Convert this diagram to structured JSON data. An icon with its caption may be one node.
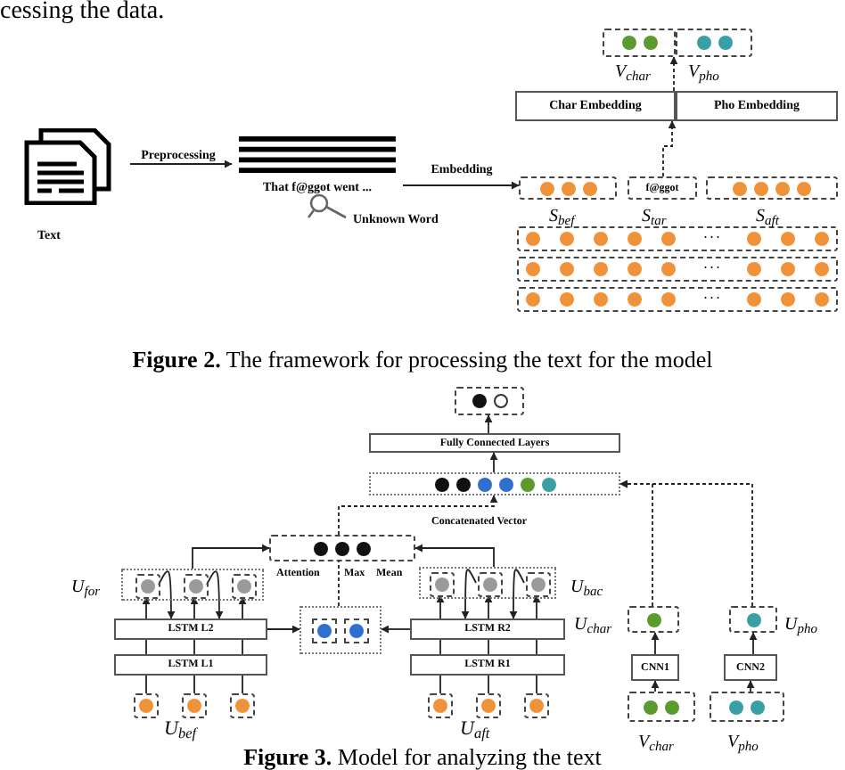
{
  "diagram": {
    "caption": "**Figure 3.** Model for analyzing the text",
    "nodes": [
      {
        "text": [
          "Text"
        ]
      },
      {
        "text": [
          "That f@ggot went ..."
        ]
      },
      {
        "text": [],
        "shape": "box",
        "beside": [
          "S$_{bef}$"
        ]
      },
      {
        "text": [
          "f@ggot"
        ],
        "beside": [
          "S$_{tar}$"
        ]
      },
      {
        "text": [],
        "shape": "box",
        "beside": [
          "S$_{aft}$"
        ]
      },
      {
        "text": [
          "· · ·"
        ]
      },
      {
        "text": [
          "· · ·"
        ]
      },
      {
        "text": [
          "· · ·"
        ]
      },
      {
        "text": [
          "Char Embedding"
        ]
      },
      {
        "text": [
          "Pho Embedding"
        ]
      },
      {
        "text": [],
        "shape": "box",
        "beside": [
          "V$_{char}$"
        ]
      },
      {
        "text": [],
        "shape": "box",
        "beside": [
          "V$_{pho}$"
        ]
      },
      {
        "text": [],
        "shape": "box"
      },
      {
        "text": [
          "Fully Connected Layers"
        ]
      },
      {
        "text": [],
        "shape": "box",
        "beside": [
          "Concatenated Vector"
        ]
      },
      {
        "text": [],
        "shape": "box",
        "beside": [
          "Attention",
          "Max",
          "Mean"
        ]
      },
      {
        "text": [],
        "shape": "box",
        "beside": [
          "U$_{for}$"
        ]
      },
      {
        "text": [],
        "shape": "box",
        "in": 16
      },
      {
        "text": [],
        "shape": "box",
        "in": 16
      },
      {
        "text": [],
        "shape": "box",
        "in": 16
      },
      {
        "text": [
          "LSTM L2"
        ]
      },
      {
        "text": [
          "LSTM L1"
        ]
      },
      {
        "text": [],
        "shape": "box"
      },
      {
        "text": [],
        "shape": "box"
      },
      {
        "text": [],
        "shape": "box"
      },
      {
        "text": [],
        "shape": "box"
      },
      {
        "text": [],
        "shape": "box",
        "beside": [
          "U$_{bac}$"
        ]
      },
      {
        "text": [],
        "shape": "box",
        "in": 26
      },
      {
        "text": [],
        "shape": "box",
        "in": 26
      },
      {
        "text": [],
        "shape": "box",
        "in": 26
      },
      {
        "text": [
          "LSTM R2"
        ]
      },
      {
        "text": [
          "LSTM R1"
        ]
      },
      {
        "text": [],
        "shape": "box"
      },
      {
        "text": [],
        "shape": "box"
      },
      {
        "text": [],
        "shape": "box"
      },
      {
        "text": [],
        "shape": "box",
        "beside": [
          "U$_{char}$"
        ]
      },
      {
        "text": [
          "CNN1"
        ]
      },
      {
        "text": [],
        "shape": "box",
        "beside": [
          "V$_{char}$"
        ]
      },
      {
        "text": [],
        "shape": "box",
        "beside": [
          "U$_{pho}$"
        ]
      },
      {
        "text": [
          "CNN2"
        ]
      },
      {
        "text": [],
        "shape": "box",
        "beside": [
          "V$_{pho}$"
        ]
      }
    ],
    "edges": [
      {
        "from": 0,
        "to": 1,
        "arrow": "to",
        "label": "Preprocessing"
      },
      {
        "from": 1,
        "to": 2,
        "arrow": "to",
        "label": "Embedding"
      },
      {
        "from": 3,
        "to": 8,
        "arrow": "to",
        "style": "dashed"
      },
      {
        "from": 8,
        "to": 10,
        "arrow": "to",
        "style": "dashed"
      },
      {
        "from": 13,
        "to": 12,
        "arrow": "to"
      },
      {
        "from": 14,
        "to": 13,
        "arrow": "to"
      },
      {
        "from": 15,
        "to": 14,
        "arrow": "to",
        "style": "dashed"
      },
      {
        "from": 26,
        "to": 15,
        "arrow": "to"
      },
      {
        "from": 16,
        "to": 15,
        "arrow": "to"
      },
      {
        "from": 25,
        "to": 15,
        "arrow": "none",
        "style": "dashed"
      },
      {
        "from": 20,
        "to": 25,
        "arrow": "to"
      },
      {
        "from": 30,
        "to": 25,
        "arrow": "to"
      },
      {
        "from": 20,
        "to": 17,
        "arrow": "to"
      },
      {
        "from": 20,
        "to": 18,
        "arrow": "to"
      },
      {
        "from": 20,
        "to": 19,
        "arrow": "to"
      },
      {
        "from": 17,
        "to": 20,
        "arrow": "to"
      },
      {
        "from": 18,
        "to": 20,
        "arrow": "to"
      },
      {
        "from": 21,
        "to": 20,
        "arrow": "none"
      },
      {
        "from": 21,
        "to": 20,
        "arrow": "none"
      },
      {
        "from": 21,
        "to": 20,
        "arrow": "none"
      },
      {
        "from": 22,
        "to": 21,
        "arrow": "none"
      },
      {
        "from": 23,
        "to": 21,
        "arrow": "none"
      },
      {
        "from": 24,
        "to": 21,
        "arrow": "none"
      },
      {
        "from": 30,
        "to": 27,
        "arrow": "to"
      },
      {
        "from": 30,
        "to": 28,
        "arrow": "to"
      },
      {
        "from": 30,
        "to": 29,
        "arrow": "to"
      },
      {
        "from": 28,
        "to": 30,
        "arrow": "to"
      },
      {
        "from": 29,
        "to": 30,
        "arrow": "to"
      },
      {
        "from": 31,
        "to": 30,
        "arrow": "none"
      },
      {
        "from": 31,
        "to": 30,
        "arrow": "none"
      },
      {
        "from": 31,
        "to": 30,
        "arrow": "none"
      },
      {
        "from": 32,
        "to": 31,
        "arrow": "none"
      },
      {
        "from": 33,
        "to": 31,
        "arrow": "none"
      },
      {
        "from": 34,
        "to": 31,
        "arrow": "none"
      },
      {
        "from": 35,
        "to": 14,
        "arrow": "to",
        "style": "dashed"
      },
      {
        "from": 38,
        "to": 14,
        "arrow": "to",
        "style": "dashed"
      },
      {
        "from": 36,
        "to": 35,
        "arrow": "to"
      },
      {
        "from": 37,
        "to": 36,
        "arrow": "to"
      },
      {
        "from": 39,
        "to": 38,
        "arrow": "to"
      },
      {
        "from": 40,
        "to": 39,
        "arrow": "to"
      }
    ],
    "labels": [
      "cessing the data.",
      "Unknown Word",
      "**Figure 2.** The framework for processing the text for the model",
      "U$_{bef}$",
      "U$_{aft}$"
    ]
  }
}
